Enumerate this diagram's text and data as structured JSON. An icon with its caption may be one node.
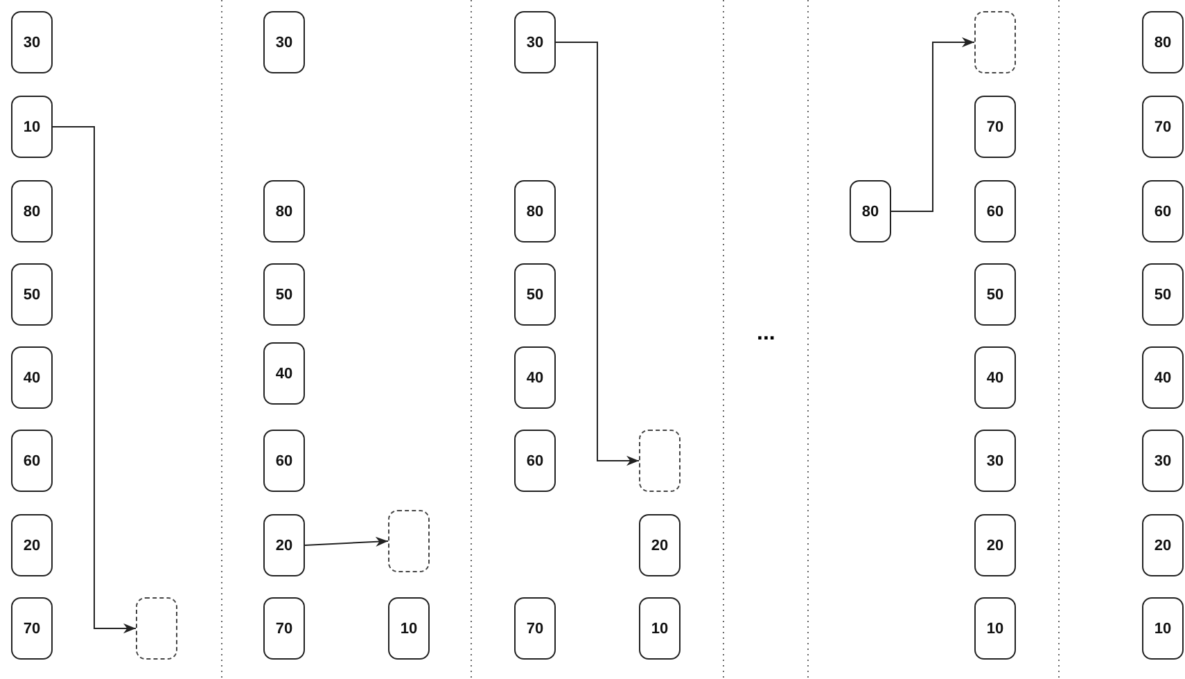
{
  "diagram": {
    "nodes": [
      {
        "text": [
          "30"
        ]
      },
      {
        "text": [
          "10"
        ]
      },
      {
        "text": [
          "80"
        ]
      },
      {
        "text": [
          "50"
        ]
      },
      {
        "text": [
          "40"
        ]
      },
      {
        "text": [
          "60"
        ]
      },
      {
        "text": [
          "20"
        ]
      },
      {
        "text": [
          "70"
        ]
      },
      {
        "text": [],
        "shape": "box"
      },
      {
        "text": [
          "30"
        ]
      },
      {
        "text": [
          "80"
        ]
      },
      {
        "text": [
          "50"
        ]
      },
      {
        "text": [
          "40"
        ]
      },
      {
        "text": [
          "60"
        ]
      },
      {
        "text": [
          "20"
        ]
      },
      {
        "text": [
          "70"
        ]
      },
      {
        "text": [],
        "shape": "box"
      },
      {
        "text": [
          "10"
        ]
      },
      {
        "text": [
          "30"
        ]
      },
      {
        "text": [
          "80"
        ]
      },
      {
        "text": [
          "50"
        ]
      },
      {
        "text": [
          "40"
        ]
      },
      {
        "text": [
          "60"
        ]
      },
      {
        "text": [
          "70"
        ]
      },
      {
        "text": [],
        "shape": "box"
      },
      {
        "text": [
          "20"
        ]
      },
      {
        "text": [
          "10"
        ]
      },
      {
        "text": [
          "80"
        ]
      },
      {
        "text": [],
        "shape": "box"
      },
      {
        "text": [
          "70"
        ]
      },
      {
        "text": [
          "60"
        ]
      },
      {
        "text": [
          "50"
        ]
      },
      {
        "text": [
          "40"
        ]
      },
      {
        "text": [
          "30"
        ]
      },
      {
        "text": [
          "20"
        ]
      },
      {
        "text": [
          "10"
        ]
      },
      {
        "text": [
          "80"
        ]
      },
      {
        "text": [
          "70"
        ]
      },
      {
        "text": [
          "60"
        ]
      },
      {
        "text": [
          "50"
        ]
      },
      {
        "text": [
          "40"
        ]
      },
      {
        "text": [
          "30"
        ]
      },
      {
        "text": [
          "20"
        ]
      },
      {
        "text": [
          "10"
        ]
      }
    ],
    "edges": [
      {
        "from": 1,
        "to": 8,
        "arrow": "to"
      },
      {
        "from": 14,
        "to": 16,
        "arrow": "to"
      },
      {
        "from": 18,
        "to": 24,
        "arrow": "to"
      },
      {
        "from": 27,
        "to": 28,
        "arrow": "to"
      }
    ],
    "labels": [
      "..."
    ]
  }
}
